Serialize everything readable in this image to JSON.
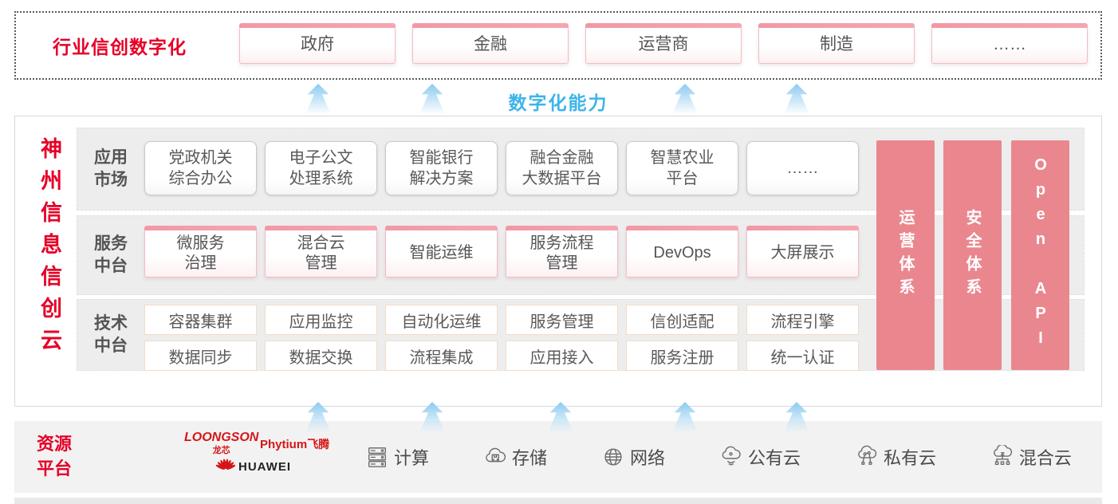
{
  "colors": {
    "brand_red": "#e60027",
    "bar_pink": "#ea878e",
    "capability_blue": "#3eb4e8",
    "row_gray": "#ededed"
  },
  "banner": {
    "title": "行业信创数字化",
    "items": [
      "政府",
      "金融",
      "运营商",
      "制造",
      "……"
    ]
  },
  "capability_label": "数字化能力",
  "platform": {
    "vertical_title": "神州信息信创云",
    "rows": [
      {
        "label": "应用\n市场",
        "items": [
          "党政机关\n综合办公",
          "电子公文\n处理系统",
          "智能银行\n解决方案",
          "融合金融\n大数据平台",
          "智慧农业\n平台",
          "……"
        ]
      },
      {
        "label": "服务\n中台",
        "items": [
          "微服务\n治理",
          "混合云\n管理",
          "智能运维",
          "服务流程\n管理",
          "DevOps",
          "大屏展示"
        ]
      },
      {
        "label": "技术\n中台",
        "items_top": [
          "容器集群",
          "应用监控",
          "自动化运维",
          "服务管理",
          "信创适配",
          "流程引擎"
        ],
        "items_bottom": [
          "数据同步",
          "数据交换",
          "流程集成",
          "应用接入",
          "服务注册",
          "统一认证"
        ]
      }
    ],
    "side_bars": [
      "运营体系",
      "安全体系",
      "Open API"
    ]
  },
  "resource_platform": {
    "title": "资源\n平台",
    "vendors": [
      {
        "name": "LOONGSON",
        "sub": "龙芯"
      },
      {
        "name": "Phytium",
        "sub": "飞腾"
      },
      {
        "name": "HUAWEI"
      }
    ],
    "items": [
      {
        "icon": "compute-icon",
        "label": "计算"
      },
      {
        "icon": "storage-icon",
        "label": "存储"
      },
      {
        "icon": "network-icon",
        "label": "网络"
      },
      {
        "icon": "public-cloud-icon",
        "label": "公有云"
      },
      {
        "icon": "private-cloud-icon",
        "label": "私有云"
      },
      {
        "icon": "hybrid-cloud-icon",
        "label": "混合云"
      }
    ]
  }
}
